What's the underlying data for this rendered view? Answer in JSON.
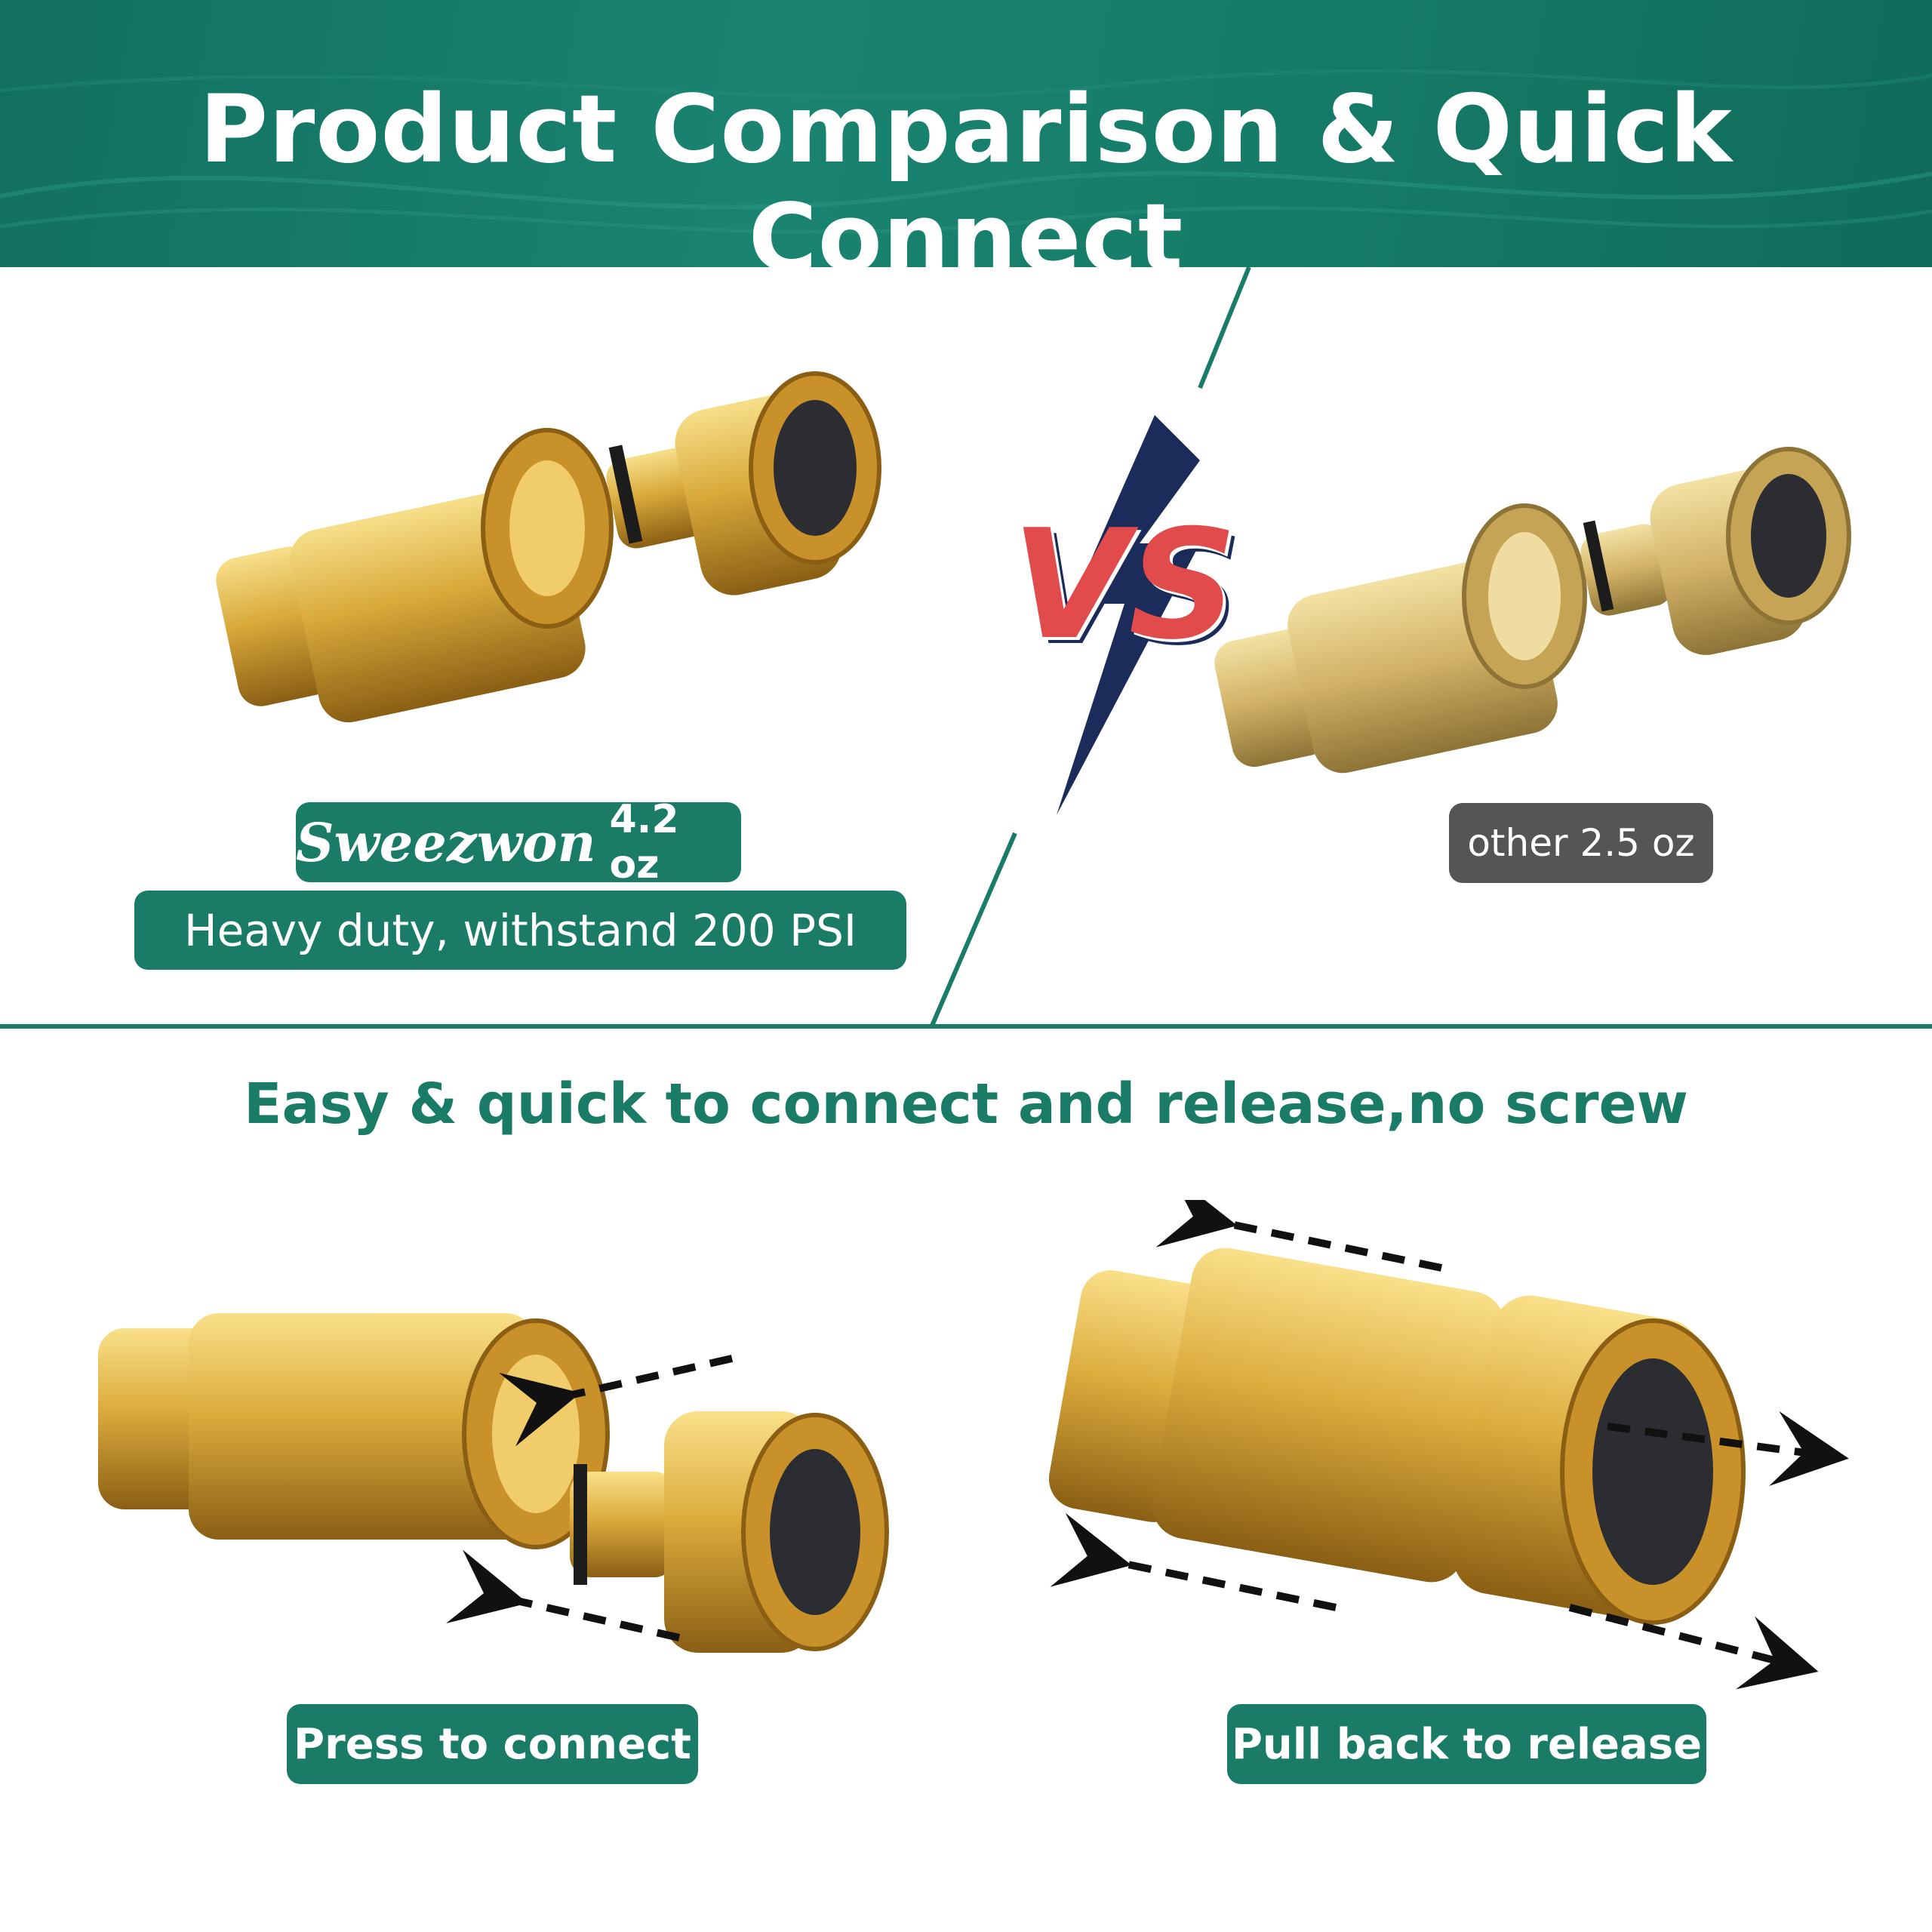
{
  "header": {
    "title": "Product Comparison & Quick Connect"
  },
  "comparison": {
    "left": {
      "brand": "Sweezwon",
      "weight": "4.2 oz",
      "feature": "Heavy duty, withstand 200 PSI"
    },
    "vs_label": "VS",
    "right": {
      "label": "other 2.5 oz"
    }
  },
  "quick_connect": {
    "title": "Easy & quick to connect and release,no screw",
    "left_label": "Press to connect",
    "right_label": "Pull back to release"
  },
  "colors": {
    "brand_green": "#1a7b66",
    "gray_badge": "#555555",
    "vs_red": "#e24b4b",
    "vs_blue": "#4a90e2",
    "lightning": "#1b2b5a",
    "brass": "#d9a93a"
  }
}
